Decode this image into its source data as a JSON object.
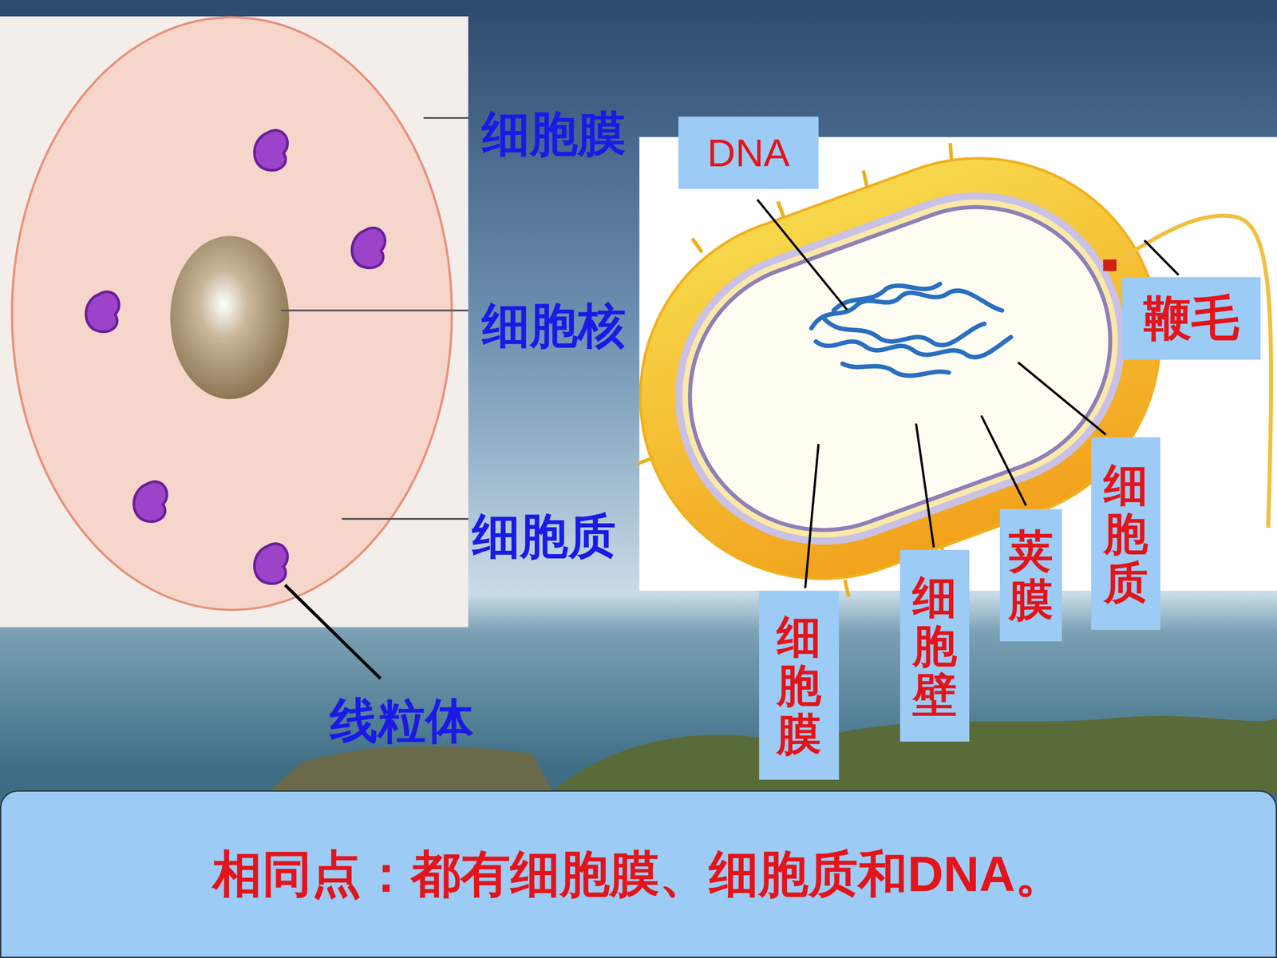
{
  "diagram": {
    "nodes": [
      {
        "text": [
          "DNA"
        ]
      },
      {
        "text": [
          "鞭毛"
        ]
      },
      {
        "text": [
          "细胞膜"
        ]
      },
      {
        "text": [
          "细胞壁"
        ]
      },
      {
        "text": [
          "荚膜"
        ]
      },
      {
        "text": [
          "细胞质"
        ]
      },
      {
        "text": [
          "相同点：都有细胞膜、细胞质和DNA。"
        ]
      }
    ],
    "labels": [
      "细胞膜",
      "细胞核",
      "细胞质",
      "线粒体"
    ]
  }
}
